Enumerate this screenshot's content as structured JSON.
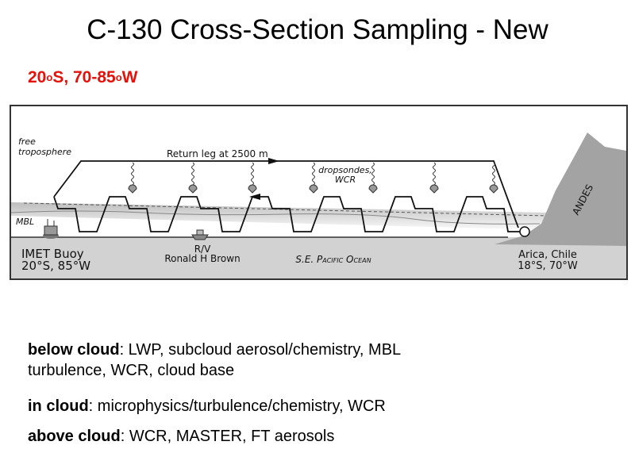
{
  "title": "C-130 Cross-Section Sampling - New",
  "subtitle": {
    "parts": [
      "20",
      "o",
      "S, 70-85",
      "o",
      "W"
    ]
  },
  "diagram": {
    "free_troposphere": [
      "free",
      "troposphere"
    ],
    "return_leg": "Return leg at 2500 m",
    "dropsondes": [
      "dropsondes,",
      "WCR"
    ],
    "mbl": "MBL",
    "buoy": [
      "IMET Buoy",
      "20°S, 85°W"
    ],
    "ship": [
      "R/V",
      "Ronald H Brown"
    ],
    "ocean": "S.E. Pacific Ocean",
    "arica": [
      "Arica, Chile",
      "18°S, 70°W"
    ],
    "andes": "ANDES"
  },
  "bullets": [
    {
      "label": "below cloud",
      "text": ": LWP, subcloud aerosol/chemistry, MBL",
      "text2": "turbulence, WCR, cloud base"
    },
    {
      "label": "in cloud",
      "text": ": microphysics/turbulence/chemistry, WCR"
    },
    {
      "label": "above cloud",
      "text": ": WCR, MASTER, FT aerosols"
    }
  ],
  "colors": {
    "subtitle": "#e3120b",
    "ocean": "#d2d2d2",
    "andes": "#a3a3a3"
  }
}
